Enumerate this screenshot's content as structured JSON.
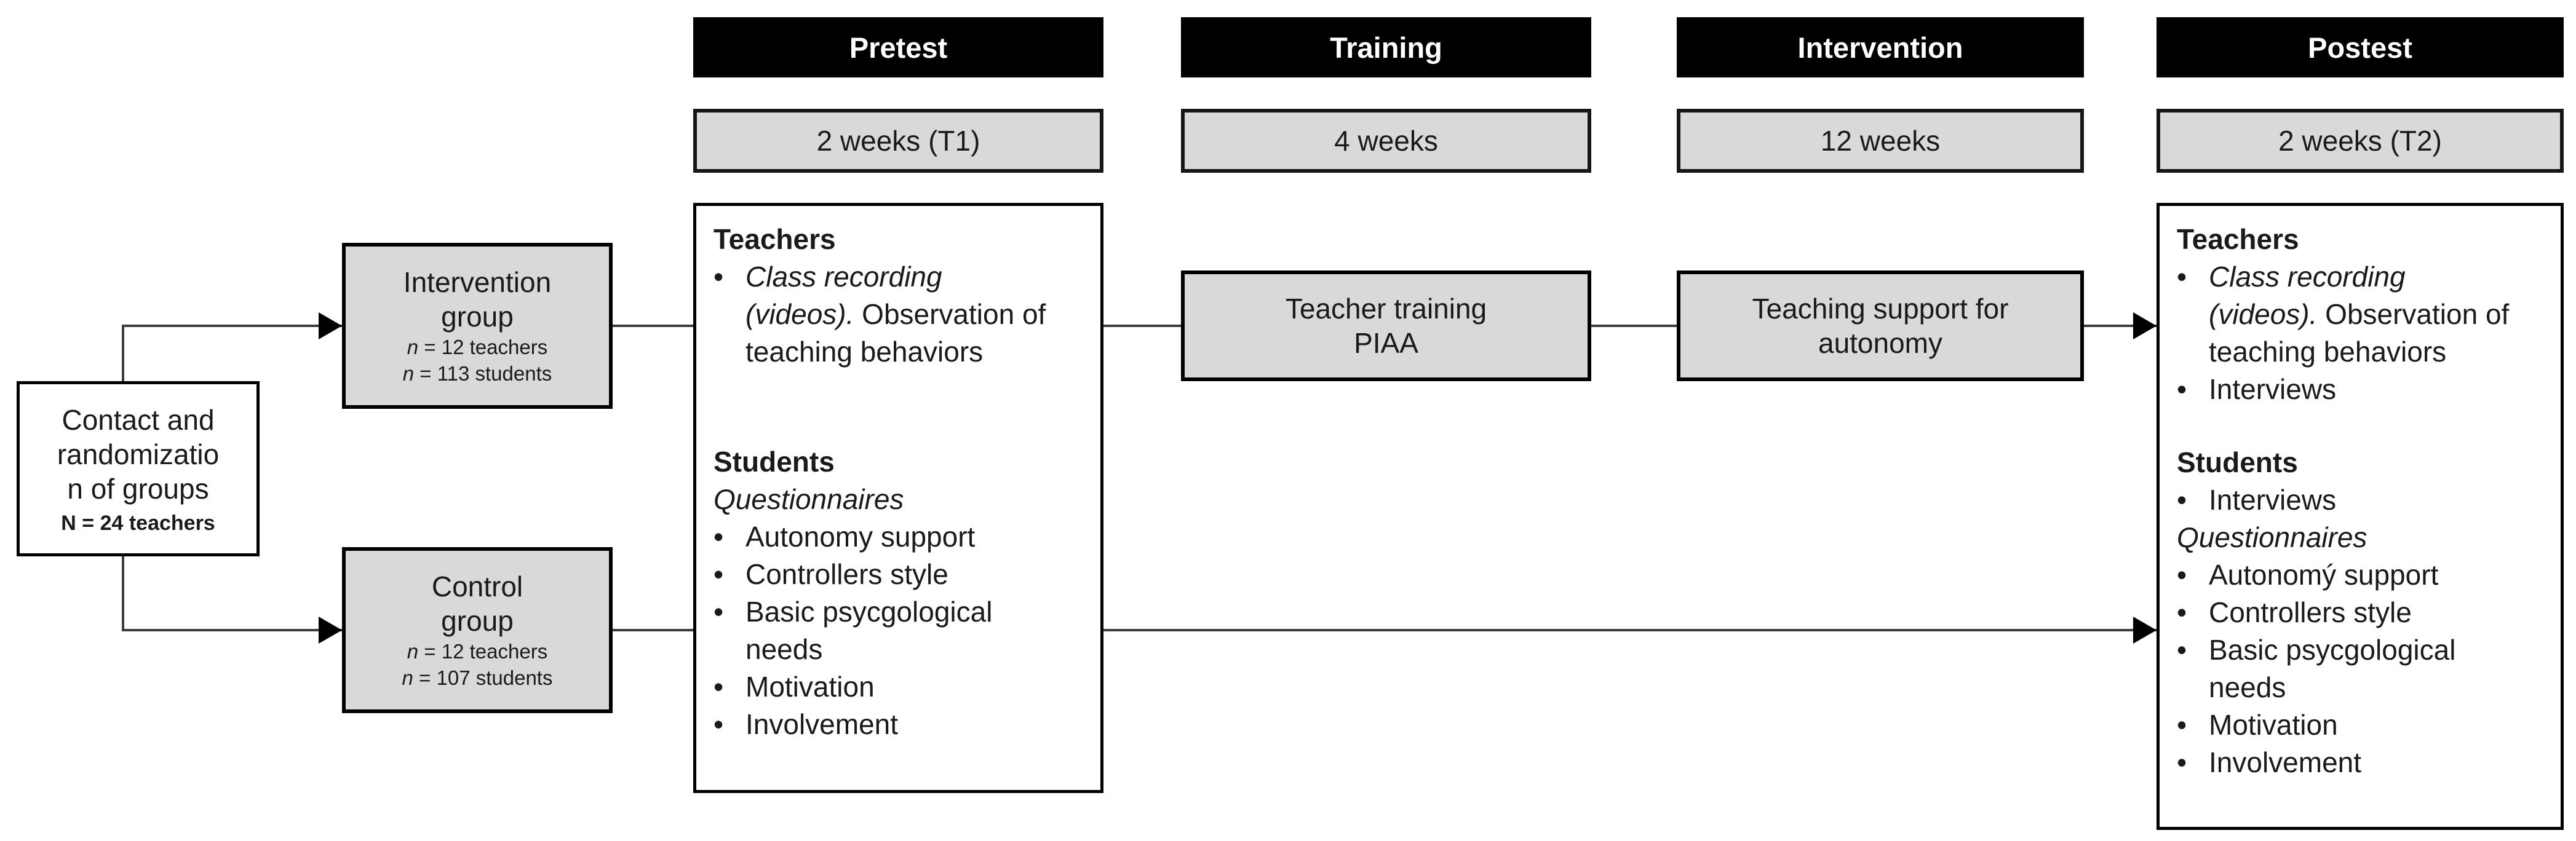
{
  "bullet": "•",
  "colors": {
    "header_bg": "#000000",
    "header_text": "#ffffff",
    "box_fill_gray": "#d9d9d9",
    "box_border": "#000000",
    "line": "#3d3d3d",
    "text": "#1a1a1a",
    "background": "#ffffff"
  },
  "headers": {
    "pretest": "Pretest",
    "training": "Training",
    "intervention": "Intervention",
    "postest": "Postest"
  },
  "durations": {
    "pretest": "2 weeks (T1)",
    "training": "4 weeks",
    "intervention": "12 weeks",
    "postest": "2 weeks (T2)"
  },
  "contact": {
    "line1": "Contact and",
    "line2": "randomizatio",
    "line3": "n of groups",
    "n_label": "N = 24 teachers"
  },
  "groups": {
    "intervention": {
      "name1": "Intervention",
      "name2": "group",
      "n1_var": "n",
      "n1_rest": " = 12 teachers",
      "n2_var": "n",
      "n2_rest": " = 113 students"
    },
    "control": {
      "name1": "Control",
      "name2": "group",
      "n1_var": "n",
      "n1_rest": " = 12 teachers",
      "n2_var": "n",
      "n2_rest": " = 107 students"
    }
  },
  "training_box": {
    "line1": "Teacher training",
    "line2": "PIAA"
  },
  "support_box": {
    "line1": "Teaching support for",
    "line2": "autonomy"
  },
  "pretest_box": {
    "teachers_heading": "Teachers",
    "teachers_bullet_italic": "Class recording (videos). ",
    "teachers_bullet_rest": "Observation of teaching behaviors",
    "students_heading": "Students",
    "questionnaires_label": "Questionnaires",
    "items": [
      "Autonomy support",
      "Controllers style",
      "Basic psycgological needs",
      "Motivation",
      "Involvement"
    ]
  },
  "postest_box": {
    "teachers_heading": "Teachers",
    "teachers_bullet_italic": "Class recording (videos). ",
    "teachers_bullet_rest": "Observation of teaching behaviors",
    "teachers_item2": "Interviews",
    "students_heading": "Students",
    "students_item1": "Interviews",
    "questionnaires_label": "Questionnaires",
    "items": [
      "Autonomý support",
      "Controllers style",
      "Basic psycgological needs",
      "Motivation",
      "Involvement"
    ]
  }
}
